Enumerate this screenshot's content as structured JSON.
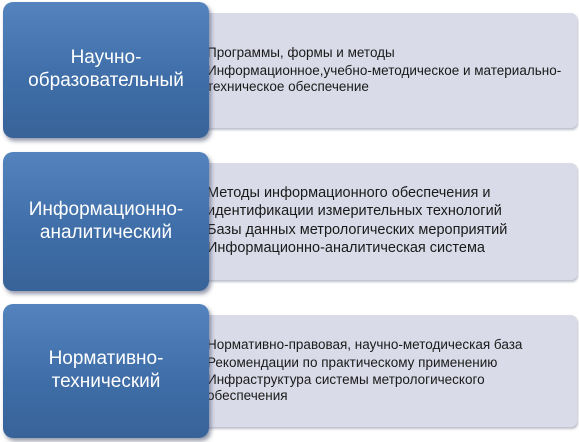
{
  "blocks": [
    {
      "title": "Научно-образовательный",
      "items": [
        "Программы, формы и методы",
        "Информационное,учебно-методическое и материально-техническое обеспечение"
      ]
    },
    {
      "title": "Информационно-аналитический",
      "items": [
        "Методы информационного обеспечения и идентификации измерительных технологий",
        "Базы данных метрологических мероприятий",
        "Информационно-аналитическая система"
      ]
    },
    {
      "title": "Нормативно-технический",
      "items": [
        "Нормативно-правовая, научно-методическая база",
        "Рекомендации  по практическому применению",
        "Инфраструктура системы метрологического обеспечения"
      ]
    }
  ]
}
